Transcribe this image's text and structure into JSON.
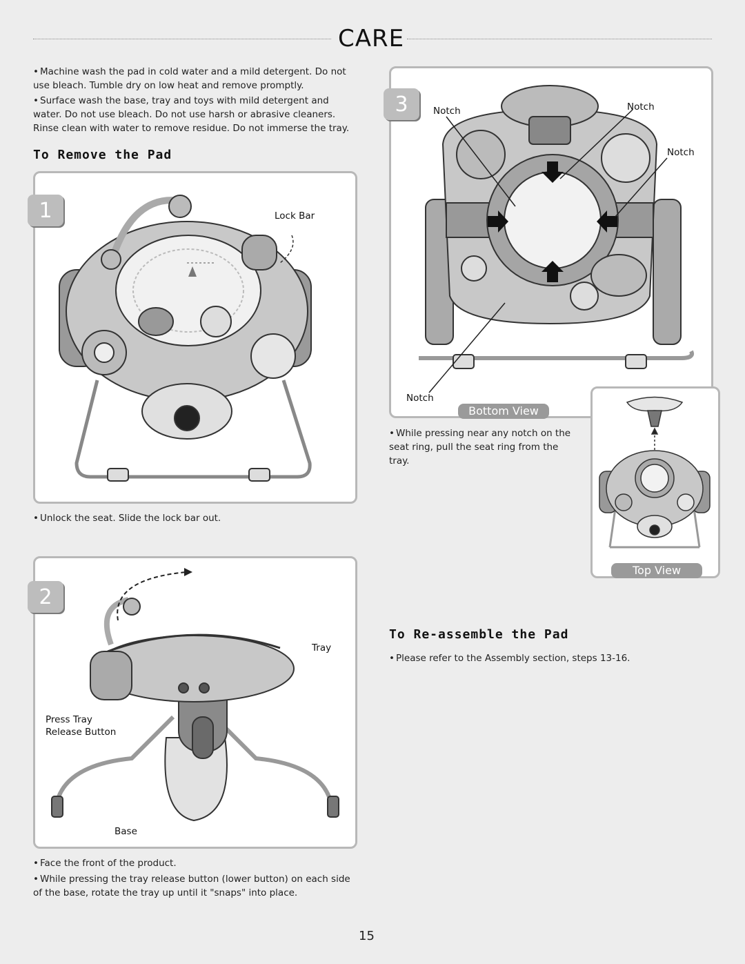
{
  "page": {
    "title": "CARE",
    "page_number": "15"
  },
  "care_bullets": [
    "Machine wash the pad in cold water and a mild detergent. Do not use bleach. Tumble dry on low heat and remove promptly.",
    "Surface wash the base, tray and toys with mild detergent and water. Do not use bleach. Do not use harsh or abrasive cleaners. Rinse clean with water to remove residue. Do not immerse the tray."
  ],
  "remove_section": {
    "heading": "To Remove the Pad"
  },
  "step1": {
    "number": "1",
    "label_lock_bar": "Lock Bar",
    "instruction": "Unlock the seat. Slide the lock bar out."
  },
  "step2": {
    "number": "2",
    "label_tray": "Tray",
    "label_press_tray": "Press Tray",
    "label_release_button": "Release Button",
    "label_base": "Base",
    "instructions": [
      "Face the front of the product.",
      "While pressing the tray release button (lower button) on each side of the base, rotate the tray up until it \"snaps\" into place."
    ]
  },
  "step3": {
    "number": "3",
    "label_notch": "Notch",
    "bottom_view": "Bottom View",
    "top_view": "Top View",
    "instruction": "While pressing near any notch on the seat ring, pull the seat ring from the tray."
  },
  "reassemble_section": {
    "heading": "To Re-assemble the Pad",
    "instruction": "Please refer to the Assembly section, steps 13-16."
  }
}
